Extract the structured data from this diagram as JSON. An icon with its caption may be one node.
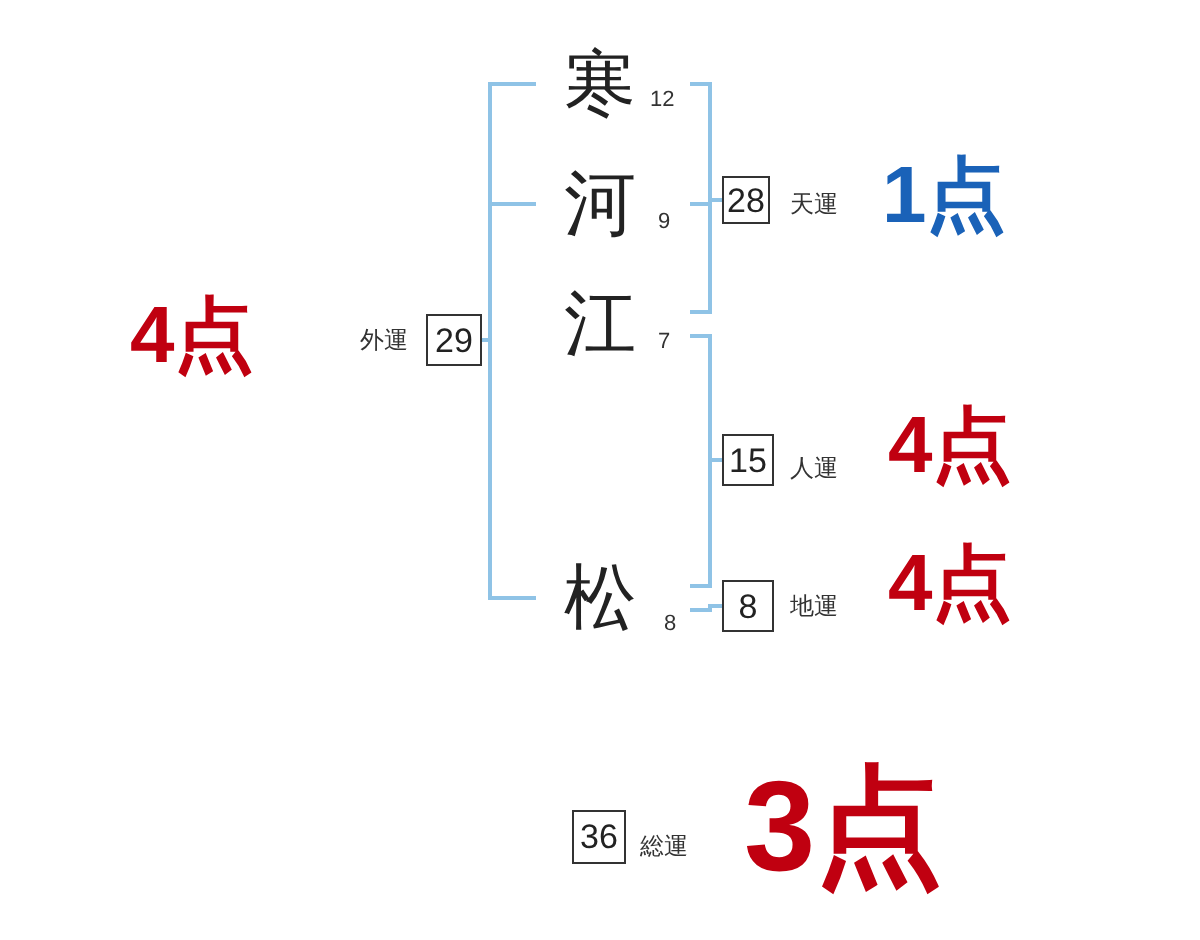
{
  "diagram": {
    "nodes": [
      {
        "text": [
          "寒"
        ],
        "beside": [
          "12"
        ]
      },
      {
        "text": [
          "河"
        ],
        "beside": [
          "9"
        ]
      },
      {
        "text": [
          "江"
        ],
        "beside": [
          "7"
        ]
      },
      {
        "text": [
          "松"
        ],
        "beside": [
          "8"
        ]
      },
      {
        "text": [
          "29"
        ],
        "beside": [
          "外運",
          "4点"
        ]
      },
      {
        "text": [
          "28"
        ],
        "beside": [
          "天運",
          "1点"
        ]
      },
      {
        "text": [
          "15"
        ],
        "beside": [
          "人運",
          "4点"
        ]
      },
      {
        "text": [
          "8"
        ],
        "beside": [
          "地運",
          "4点"
        ]
      },
      {
        "text": [
          "36"
        ],
        "beside": [
          "総運",
          "3点"
        ]
      }
    ],
    "edges": [
      {
        "from": 0,
        "to": 4,
        "arrow": "none"
      },
      {
        "from": 1,
        "to": 4,
        "arrow": "none"
      },
      {
        "from": 3,
        "to": 4,
        "arrow": "none"
      },
      {
        "from": 0,
        "to": 5,
        "arrow": "none"
      },
      {
        "from": 1,
        "to": 5,
        "arrow": "none"
      },
      {
        "from": 2,
        "to": 5,
        "arrow": "none"
      },
      {
        "from": 2,
        "to": 6,
        "arrow": "none"
      },
      {
        "from": 3,
        "to": 6,
        "arrow": "none"
      },
      {
        "from": 3,
        "to": 7,
        "arrow": "none"
      }
    ]
  }
}
